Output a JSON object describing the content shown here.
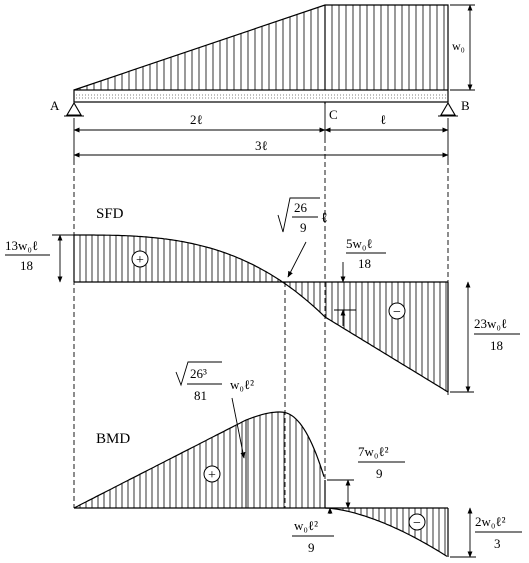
{
  "beam": {
    "support_left": "A",
    "support_right": "B",
    "point_c": "C",
    "load_label": "w₀",
    "dim_ac": "2ℓ",
    "dim_cb": "ℓ",
    "dim_ab": "3ℓ"
  },
  "sfd": {
    "title": "SFD",
    "left_num": "13w₀ℓ",
    "left_den": "18",
    "zero_root": "26",
    "zero_den": "9",
    "zero_suffix": "ℓ",
    "mid_num": "5w₀ℓ",
    "mid_den": "18",
    "right_num": "23w₀ℓ",
    "right_den": "18",
    "pos_sign": "+",
    "neg_sign": "−"
  },
  "bmd": {
    "title": "BMD",
    "max_root": "26³",
    "max_den": "81",
    "max_suffix": "w₀ℓ²",
    "jump_num": "7w₀ℓ²",
    "jump_den": "9",
    "c_num": "w₀ℓ²",
    "c_den": "9",
    "right_num": "2w₀ℓ²",
    "right_den": "3",
    "pos_sign": "+",
    "neg_sign": "−"
  }
}
